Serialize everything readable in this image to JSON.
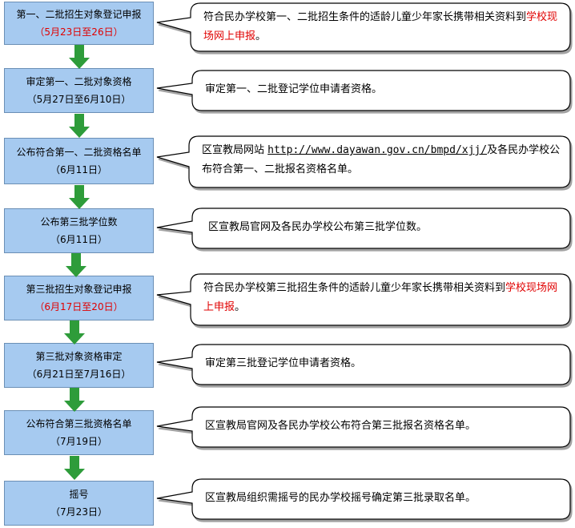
{
  "steps": [
    {
      "title": "第一、二批招生对象登记申报",
      "date": "（5月23日至26日）"
    },
    {
      "title": "审定第一、二批对象资格",
      "date": "（5月27日至6月10日）"
    },
    {
      "title": "公布符合第一、二批资格名单",
      "date": "（6月11日）"
    },
    {
      "title": "公布第三批学位数",
      "date": "（6月11日）"
    },
    {
      "title": "第三批招生对象登记申报",
      "date": "（6月17日至20日）"
    },
    {
      "title": "第三批对象资格审定",
      "date": "（6月21日至7月16日）"
    },
    {
      "title": "公布符合第三批资格名单",
      "date": "（7月19日）"
    },
    {
      "title": "摇号",
      "date": "（7月23日）"
    }
  ],
  "callouts": [
    {
      "text": "符合民办学校第一、二批招生条件的适龄儿童少年家长携带相关资料到",
      "highlight": "学校现场网上申报",
      "tail": "。"
    },
    {
      "text": "审定第一、二批登记学位申请者资格。"
    },
    {
      "text_before": "区宣教局网站 ",
      "link": "http://www.dayawan.gov.cn/bmpd/xjj/",
      "text_after": "及各民办学校公布符合第一、二批报名资格名单。"
    },
    {
      "text": "区宣教局官网及各民办学校公布第三批学位数。"
    },
    {
      "text": "符合民办学校第三批招生条件的适龄儿童少年家长携带相关资料到",
      "highlight": "学校现场网上申报",
      "tail": "。"
    },
    {
      "text": "审定第三批登记学位申请者资格。"
    },
    {
      "text": "区宣教局官网及各民办学校公布符合第三批报名资格名单。"
    },
    {
      "text": "区宣教局组织需摇号的民办学校摇号确定第三批录取名单。"
    }
  ],
  "colors": {
    "step_fill": "#a6caf0",
    "arrow_fill": "#2e9c3a",
    "highlight": "#e00000"
  }
}
